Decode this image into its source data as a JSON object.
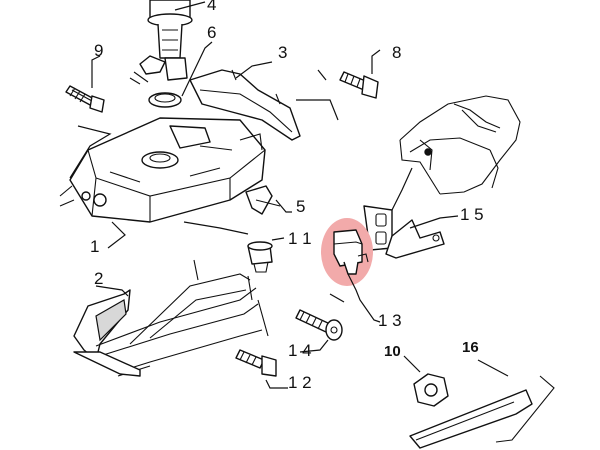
{
  "diagram": {
    "callouts": {
      "c1": "1",
      "c2": "2",
      "c3": "3",
      "c4": "4",
      "c5": "5",
      "c6": "6",
      "c8": "8",
      "c9": "9",
      "c10": "10",
      "c11": "1 1",
      "c12": "1 2",
      "c13": "1 3",
      "c14": "1 4",
      "c15": "1 5",
      "c16": "16"
    },
    "highlight_color": "#f2aaaa"
  }
}
